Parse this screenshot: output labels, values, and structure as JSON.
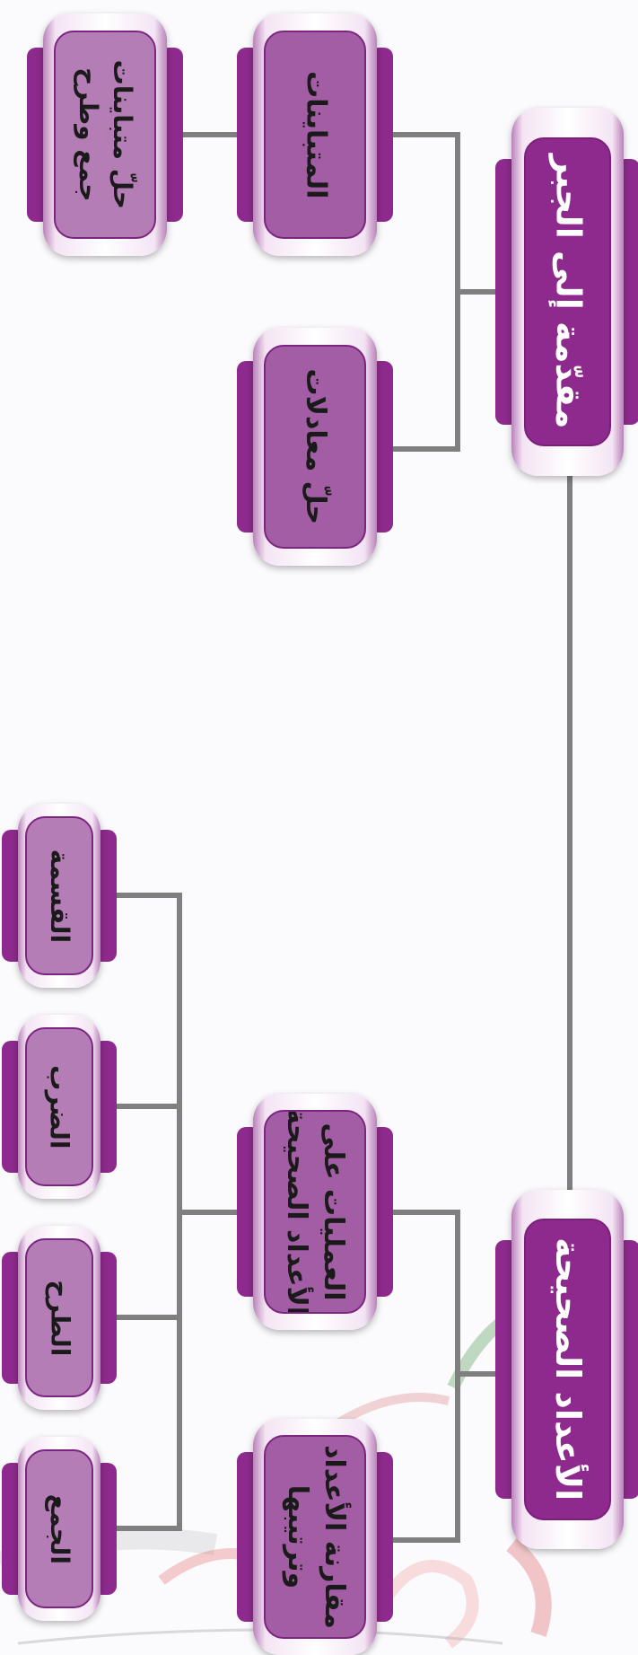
{
  "diagram": {
    "colors": {
      "connector": "#7f7f7f",
      "accent": "#8e2a8d",
      "fill": "#a35da4",
      "fill_light": "#b47db6"
    },
    "nodes": [
      {
        "id": "intro-algebra",
        "level": 1,
        "label": "مقدّمة إلى الجبر"
      },
      {
        "id": "integers",
        "level": 1,
        "label": "الأعداد الصحيحة"
      },
      {
        "id": "solve-equations",
        "level": 2,
        "label": "حلّ معادلات"
      },
      {
        "id": "inequalities",
        "level": 2,
        "label": "المتباينات"
      },
      {
        "id": "integer-operations",
        "level": 2,
        "label": "العمليات على\nالأعداد الصحيحة"
      },
      {
        "id": "compare-order",
        "level": 2,
        "label": "مقارنة الأعداد\nوترتيبها"
      },
      {
        "id": "solve-inequalities",
        "level": 3,
        "label": "حلّ متباينات\nجمع وطرح"
      },
      {
        "id": "division",
        "level": 3,
        "label": "القسمة"
      },
      {
        "id": "multiplication",
        "level": 3,
        "label": "الضرب"
      },
      {
        "id": "subtraction",
        "level": 3,
        "label": "الطرح"
      },
      {
        "id": "addition",
        "level": 3,
        "label": "الجمع"
      }
    ],
    "edges": [
      [
        "intro-algebra",
        "integers"
      ],
      [
        "intro-algebra",
        "solve-equations"
      ],
      [
        "intro-algebra",
        "inequalities"
      ],
      [
        "inequalities",
        "solve-inequalities"
      ],
      [
        "integers",
        "integer-operations"
      ],
      [
        "integers",
        "compare-order"
      ],
      [
        "integer-operations",
        "division"
      ],
      [
        "integer-operations",
        "multiplication"
      ],
      [
        "integer-operations",
        "subtraction"
      ],
      [
        "integer-operations",
        "addition"
      ]
    ]
  }
}
